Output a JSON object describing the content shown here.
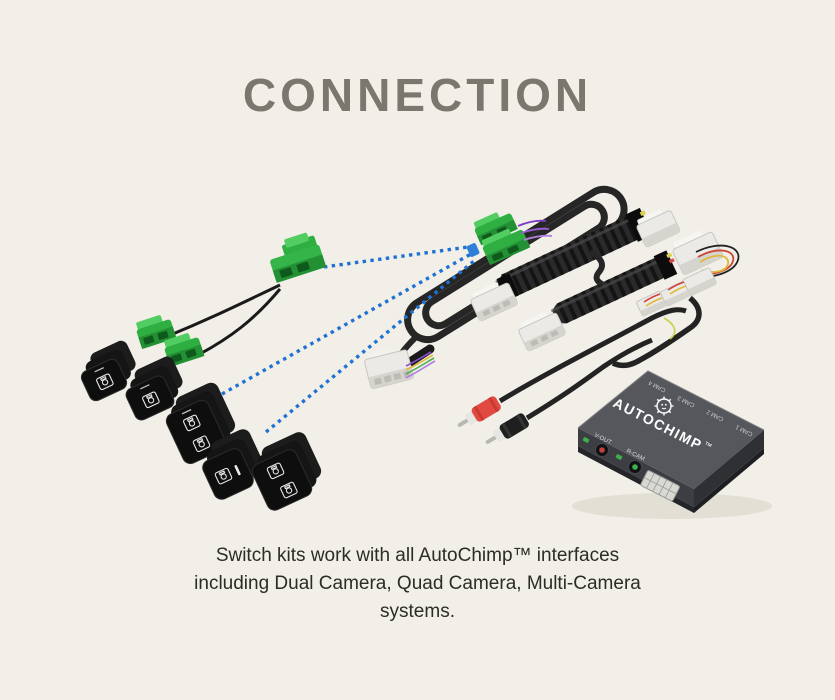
{
  "page": {
    "title": "CONNECTION",
    "caption_lines": [
      "Switch kits work with all AutoChimp™ interfaces",
      "including Dual Camera, Quad Camera, Multi-Camera",
      "systems."
    ]
  },
  "device": {
    "brand": "AUTOCHIMP",
    "tm": "™",
    "cam_labels": [
      "CAM 4",
      "CAM 3",
      "CAM 2",
      "CAM 1"
    ],
    "vout_label": "V-OUT",
    "rcam_label": "R-CAM"
  },
  "icons": {
    "switch_face": "camera-icon",
    "device_logo": "gear-chimp-icon"
  },
  "colors": {
    "background": "#f1efe8",
    "title": "#7b776e",
    "caption": "#2d2b26",
    "dotted_blue": "#1f72d4",
    "connector_green": "#35b44a",
    "connector_green_light": "#55d063",
    "connector_green_dark": "#1d8530",
    "harness_black": "#232323",
    "connector_white": "#eceae6",
    "device_gray_top": "#55575c",
    "device_gray_front": "#3c3e43",
    "rca_red": "#e04a40",
    "wire_purple": "#8a4fd0",
    "wire_yellow": "#ddb93c"
  }
}
